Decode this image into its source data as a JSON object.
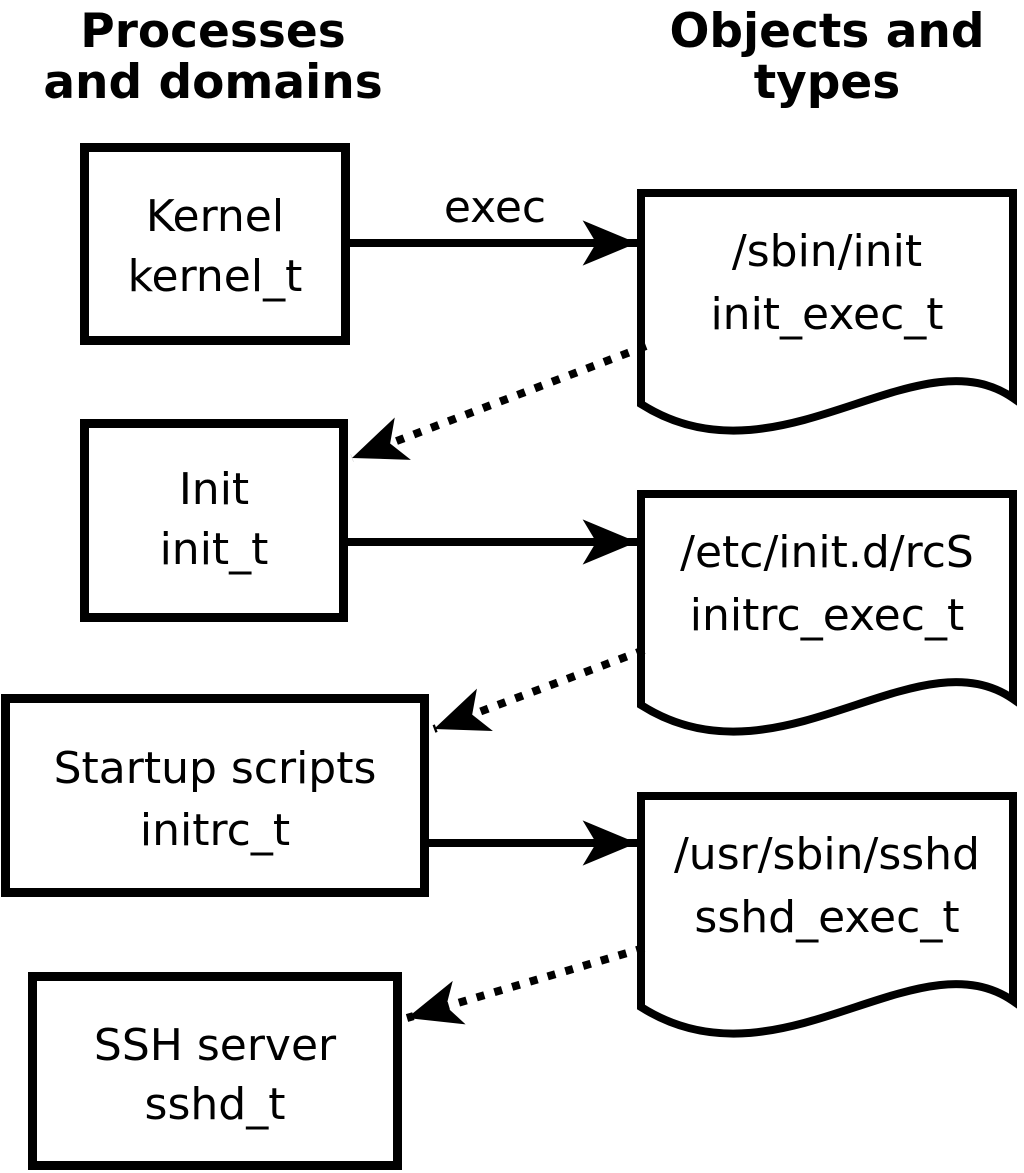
{
  "headers": {
    "left": {
      "line1": "Processes",
      "line2": "and domains"
    },
    "right": {
      "line1": "Objects and",
      "line2": "types"
    }
  },
  "process_boxes": [
    {
      "label": "Kernel",
      "domain": "kernel_t"
    },
    {
      "label": "Init",
      "domain": "init_t"
    },
    {
      "label": "Startup scripts",
      "domain": "initrc_t"
    },
    {
      "label": "SSH server",
      "domain": "sshd_t"
    }
  ],
  "object_docs": [
    {
      "path": "/sbin/init",
      "type": "init_exec_t"
    },
    {
      "path": "/etc/init.d/rcS",
      "type": "initrc_exec_t"
    },
    {
      "path": "/usr/sbin/sshd",
      "type": "sshd_exec_t"
    }
  ],
  "edges": [
    {
      "from": "kernel_t",
      "to": "/sbin/init",
      "style": "solid",
      "label": "exec"
    },
    {
      "from": "/sbin/init",
      "to": "init_t",
      "style": "dotted",
      "label": ""
    },
    {
      "from": "init_t",
      "to": "/etc/init.d/rcS",
      "style": "solid",
      "label": ""
    },
    {
      "from": "/etc/init.d/rcS",
      "to": "initrc_t",
      "style": "dotted",
      "label": ""
    },
    {
      "from": "initrc_t",
      "to": "/usr/sbin/sshd",
      "style": "solid",
      "label": ""
    },
    {
      "from": "/usr/sbin/sshd",
      "to": "sshd_t",
      "style": "dotted",
      "label": ""
    }
  ],
  "colors": {
    "foreground": "#000000",
    "background": "#ffffff"
  }
}
